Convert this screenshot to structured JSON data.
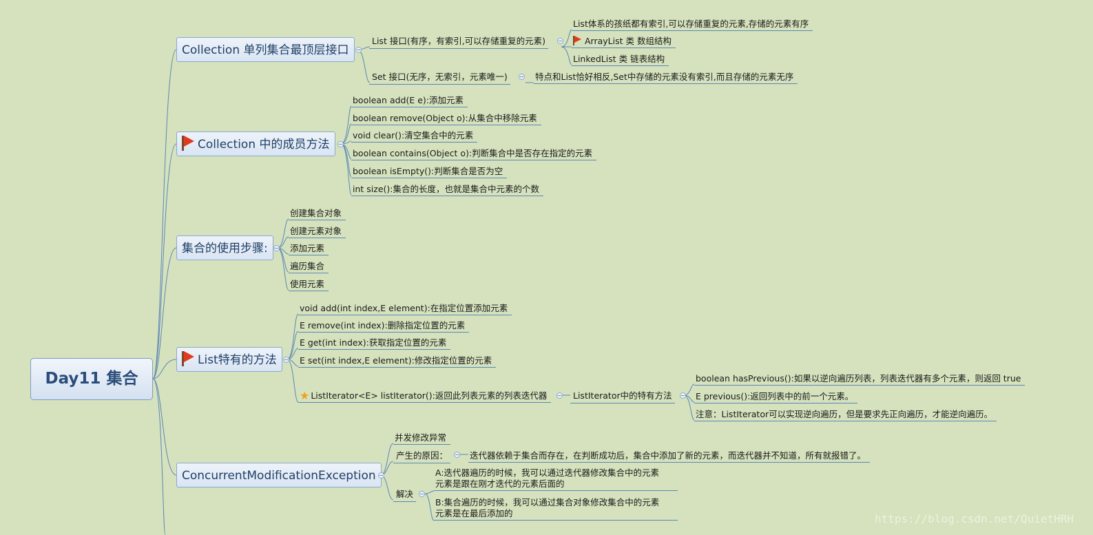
{
  "root": "Day11 集合",
  "branches": {
    "collection": {
      "label": "Collection 单列集合最顶层接口",
      "list": {
        "label": "List 接口(有序，有索引,可以存储重复的元素)",
        "items": [
          "List体系的孩纸都有索引,可以存储重复的元素,存储的元素有序",
          "ArrayList 类 数组结构",
          "LinkedList 类 链表结构"
        ]
      },
      "set": {
        "label": "Set 接口(无序，无索引，元素唯一)",
        "note": "特点和List恰好相反,Set中存储的元素没有索引,而且存储的元素无序"
      }
    },
    "methods": {
      "label": "Collection 中的成员方法",
      "items": [
        "boolean add(E e):添加元素",
        "boolean remove(Object o):从集合中移除元素",
        "void clear():清空集合中的元素",
        "boolean contains(Object o):判断集合中是否存在指定的元素",
        "boolean isEmpty():判断集合是否为空",
        "int size():集合的长度，也就是集合中元素的个数"
      ]
    },
    "steps": {
      "label": "集合的使用步骤:",
      "items": [
        "创建集合对象",
        "创建元素对象",
        "添加元素",
        "遍历集合",
        "使用元素"
      ]
    },
    "list_methods": {
      "label": "List特有的方法",
      "items": [
        "void add(int index,E element):在指定位置添加元素",
        "E remove(int index):删除指定位置的元素",
        "E get(int index):获取指定位置的元素",
        "E set(int index,E element):修改指定位置的元素",
        "ListIterator<E> listIterator():返回此列表元素的列表迭代器"
      ],
      "iterator": {
        "label": "ListIterator中的特有方法",
        "items": [
          "boolean hasPrevious():如果以逆向遍历列表，列表迭代器有多个元素，则返回 true",
          "E previous():返回列表中的前一个元素。",
          "注意：ListIterator可以实现逆向遍历，但是要求先正向遍历，才能逆向遍历。"
        ]
      }
    },
    "cme": {
      "label": "ConcurrentModificationException",
      "items": [
        "并发修改异常",
        "产生的原因：",
        "解决"
      ],
      "reason": "迭代器依赖于集合而存在，在判断成功后，集合中添加了新的元素，而迭代器并不知道，所有就报错了。",
      "solutions": [
        {
          "line1": "A:迭代器遍历的时候，我可以通过迭代器修改集合中的元素",
          "line2": "元素是跟在刚才迭代的元素后面的"
        },
        {
          "line1": "B:集合遍历的时候，我可以通过集合对象修改集合中的元素",
          "line2": "元素是在最后添加的"
        }
      ]
    }
  },
  "watermark": "https://blog.csdn.net/QuietHRH",
  "colors": {
    "background": "#d5e2bd",
    "line": "#5b86b5",
    "box_border": "#8aa8cb",
    "flag": "#e23a1f",
    "star": "#f0a020"
  },
  "icons": [
    "flag-icon",
    "star-icon",
    "collapse-icon"
  ]
}
